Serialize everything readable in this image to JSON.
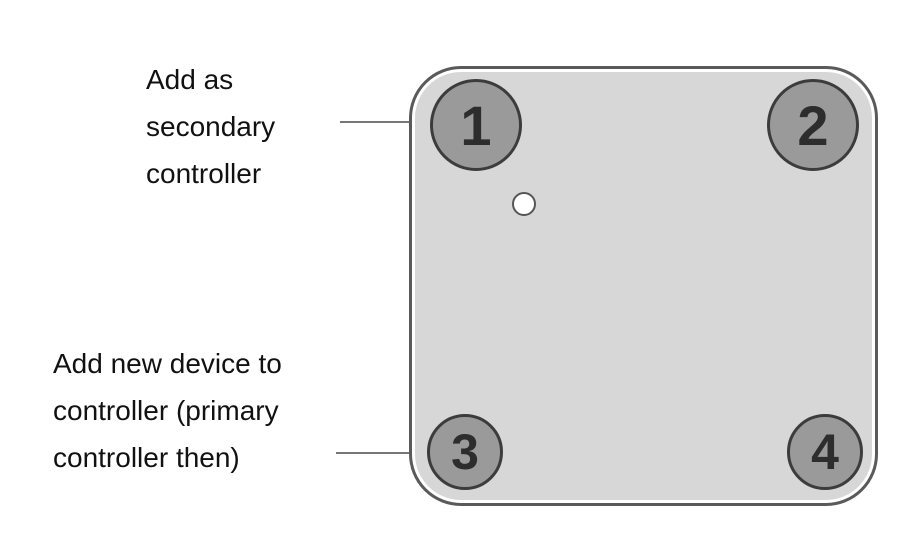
{
  "labels": {
    "secondary": "Add as\nsecondary\ncontroller",
    "primary": "Add new device to\ncontroller (primary\ncontroller then)"
  },
  "buttons": {
    "b1": "1",
    "b2": "2",
    "b3": "3",
    "b4": "4"
  },
  "colors": {
    "device_face": "#d7d7d7",
    "button_fill": "#9a9a9a",
    "outline": "#3c3c3c",
    "leader_line": "#777777"
  }
}
